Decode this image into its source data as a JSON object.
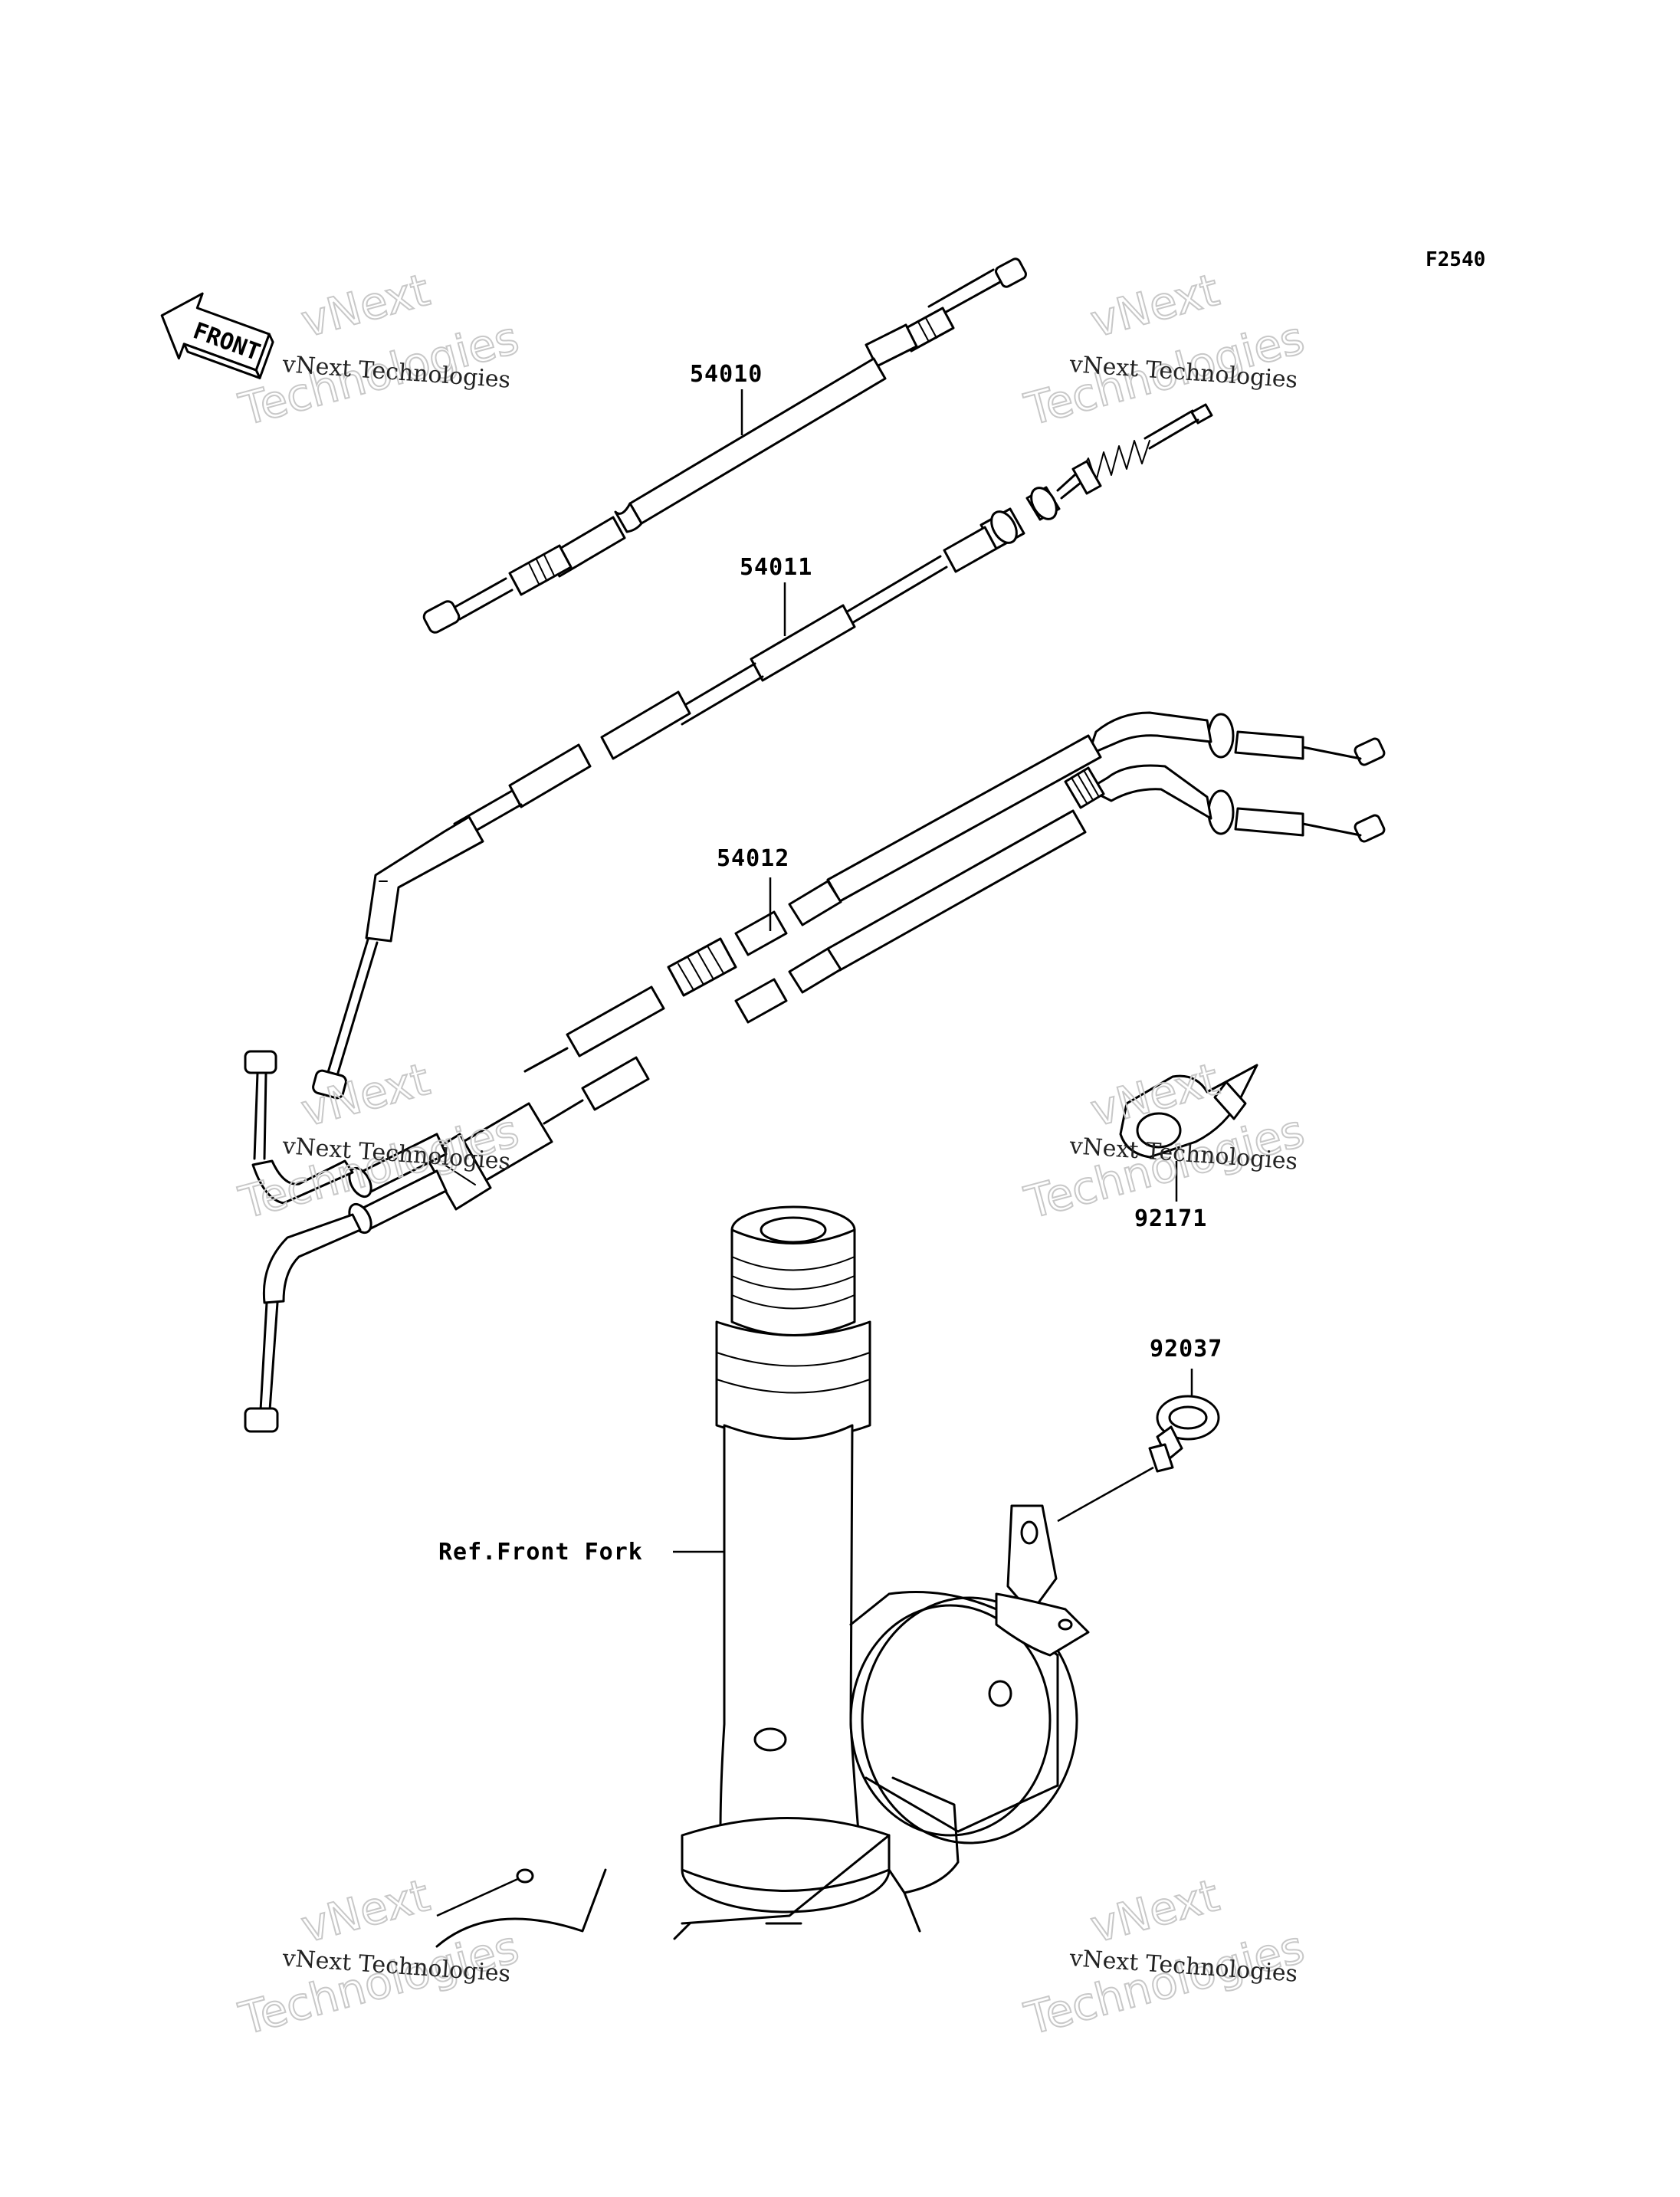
{
  "diagram_code": "F2540",
  "front_arrow": {
    "label": "FRONT",
    "icon": "front-arrow-icon"
  },
  "callouts": {
    "p54010": "54010",
    "p54011": "54011",
    "p54012": "54012",
    "p92171": "92171",
    "p92037": "92037",
    "ref_front_fork": "Ref.Front Fork"
  },
  "watermark": {
    "line_small": "vNext Technologies",
    "line_big_1": "vNext",
    "line_big_2": "Technologies"
  }
}
